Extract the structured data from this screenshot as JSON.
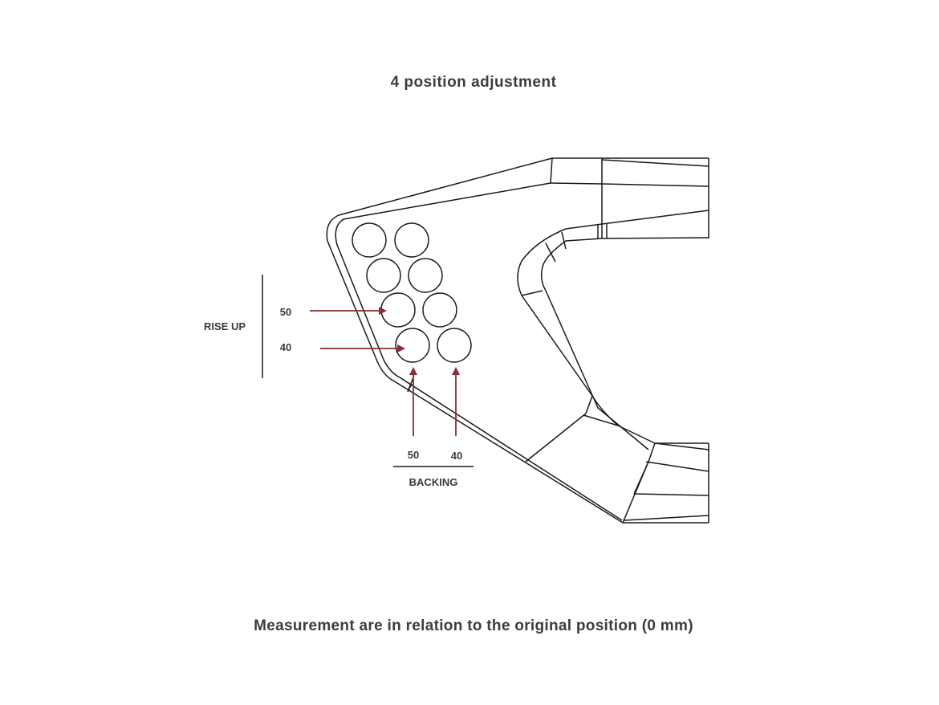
{
  "title": "4 position adjustment",
  "caption": "Measurement are in relation to the original position (0 mm)",
  "rise_up": {
    "label": "RISE UP",
    "values": [
      "50",
      "40"
    ]
  },
  "backing": {
    "label": "BACKING",
    "values": [
      "50",
      "40"
    ]
  },
  "colors": {
    "line": "#1a1a1a",
    "arrow": "#8b2c30",
    "text": "#3a3a3a"
  }
}
